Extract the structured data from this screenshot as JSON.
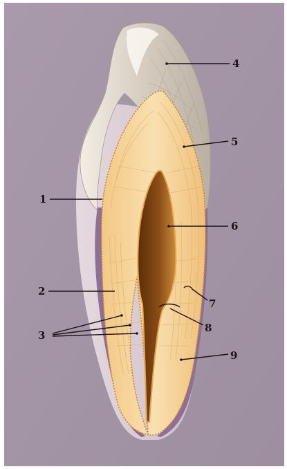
{
  "figure": {
    "subject": "tooth-longitudinal-section",
    "colors": {
      "background": "#a596a6",
      "enamel": "#c9c0b3",
      "enamel_highlight": "#efe8de",
      "dentin": "#f0c47e",
      "dentin_light": "#f7dcab",
      "dentin_edge": "#d9962e",
      "pulp_cavity": "#7a4110",
      "root_cementum": "#8e6f96",
      "cementum_outer": "#e8dde4"
    }
  },
  "labels": [
    {
      "id": "1",
      "text": "1"
    },
    {
      "id": "2",
      "text": "2"
    },
    {
      "id": "3",
      "text": "3"
    },
    {
      "id": "4",
      "text": "4"
    },
    {
      "id": "5",
      "text": "5"
    },
    {
      "id": "6",
      "text": "6"
    },
    {
      "id": "7",
      "text": "7"
    },
    {
      "id": "8",
      "text": "8"
    },
    {
      "id": "9",
      "text": "9"
    }
  ]
}
